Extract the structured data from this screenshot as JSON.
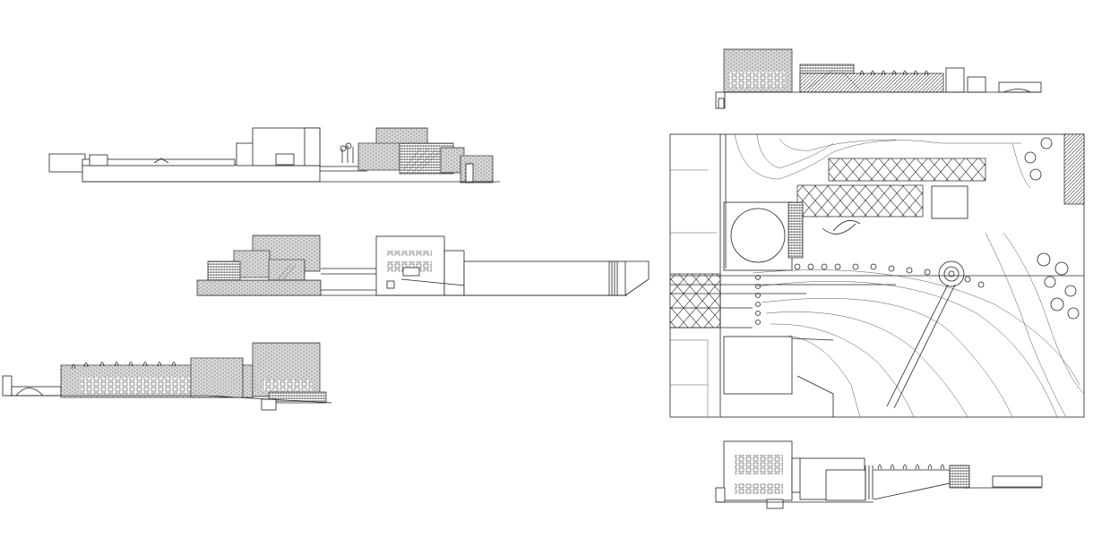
{
  "drawing": {
    "line_color": "#222222",
    "background": "#ffffff",
    "views": [
      {
        "id": "elevation-1"
      },
      {
        "id": "elevation-2"
      },
      {
        "id": "elevation-3"
      },
      {
        "id": "elevation-4"
      },
      {
        "id": "site-plan"
      },
      {
        "id": "elevation-5"
      }
    ]
  }
}
